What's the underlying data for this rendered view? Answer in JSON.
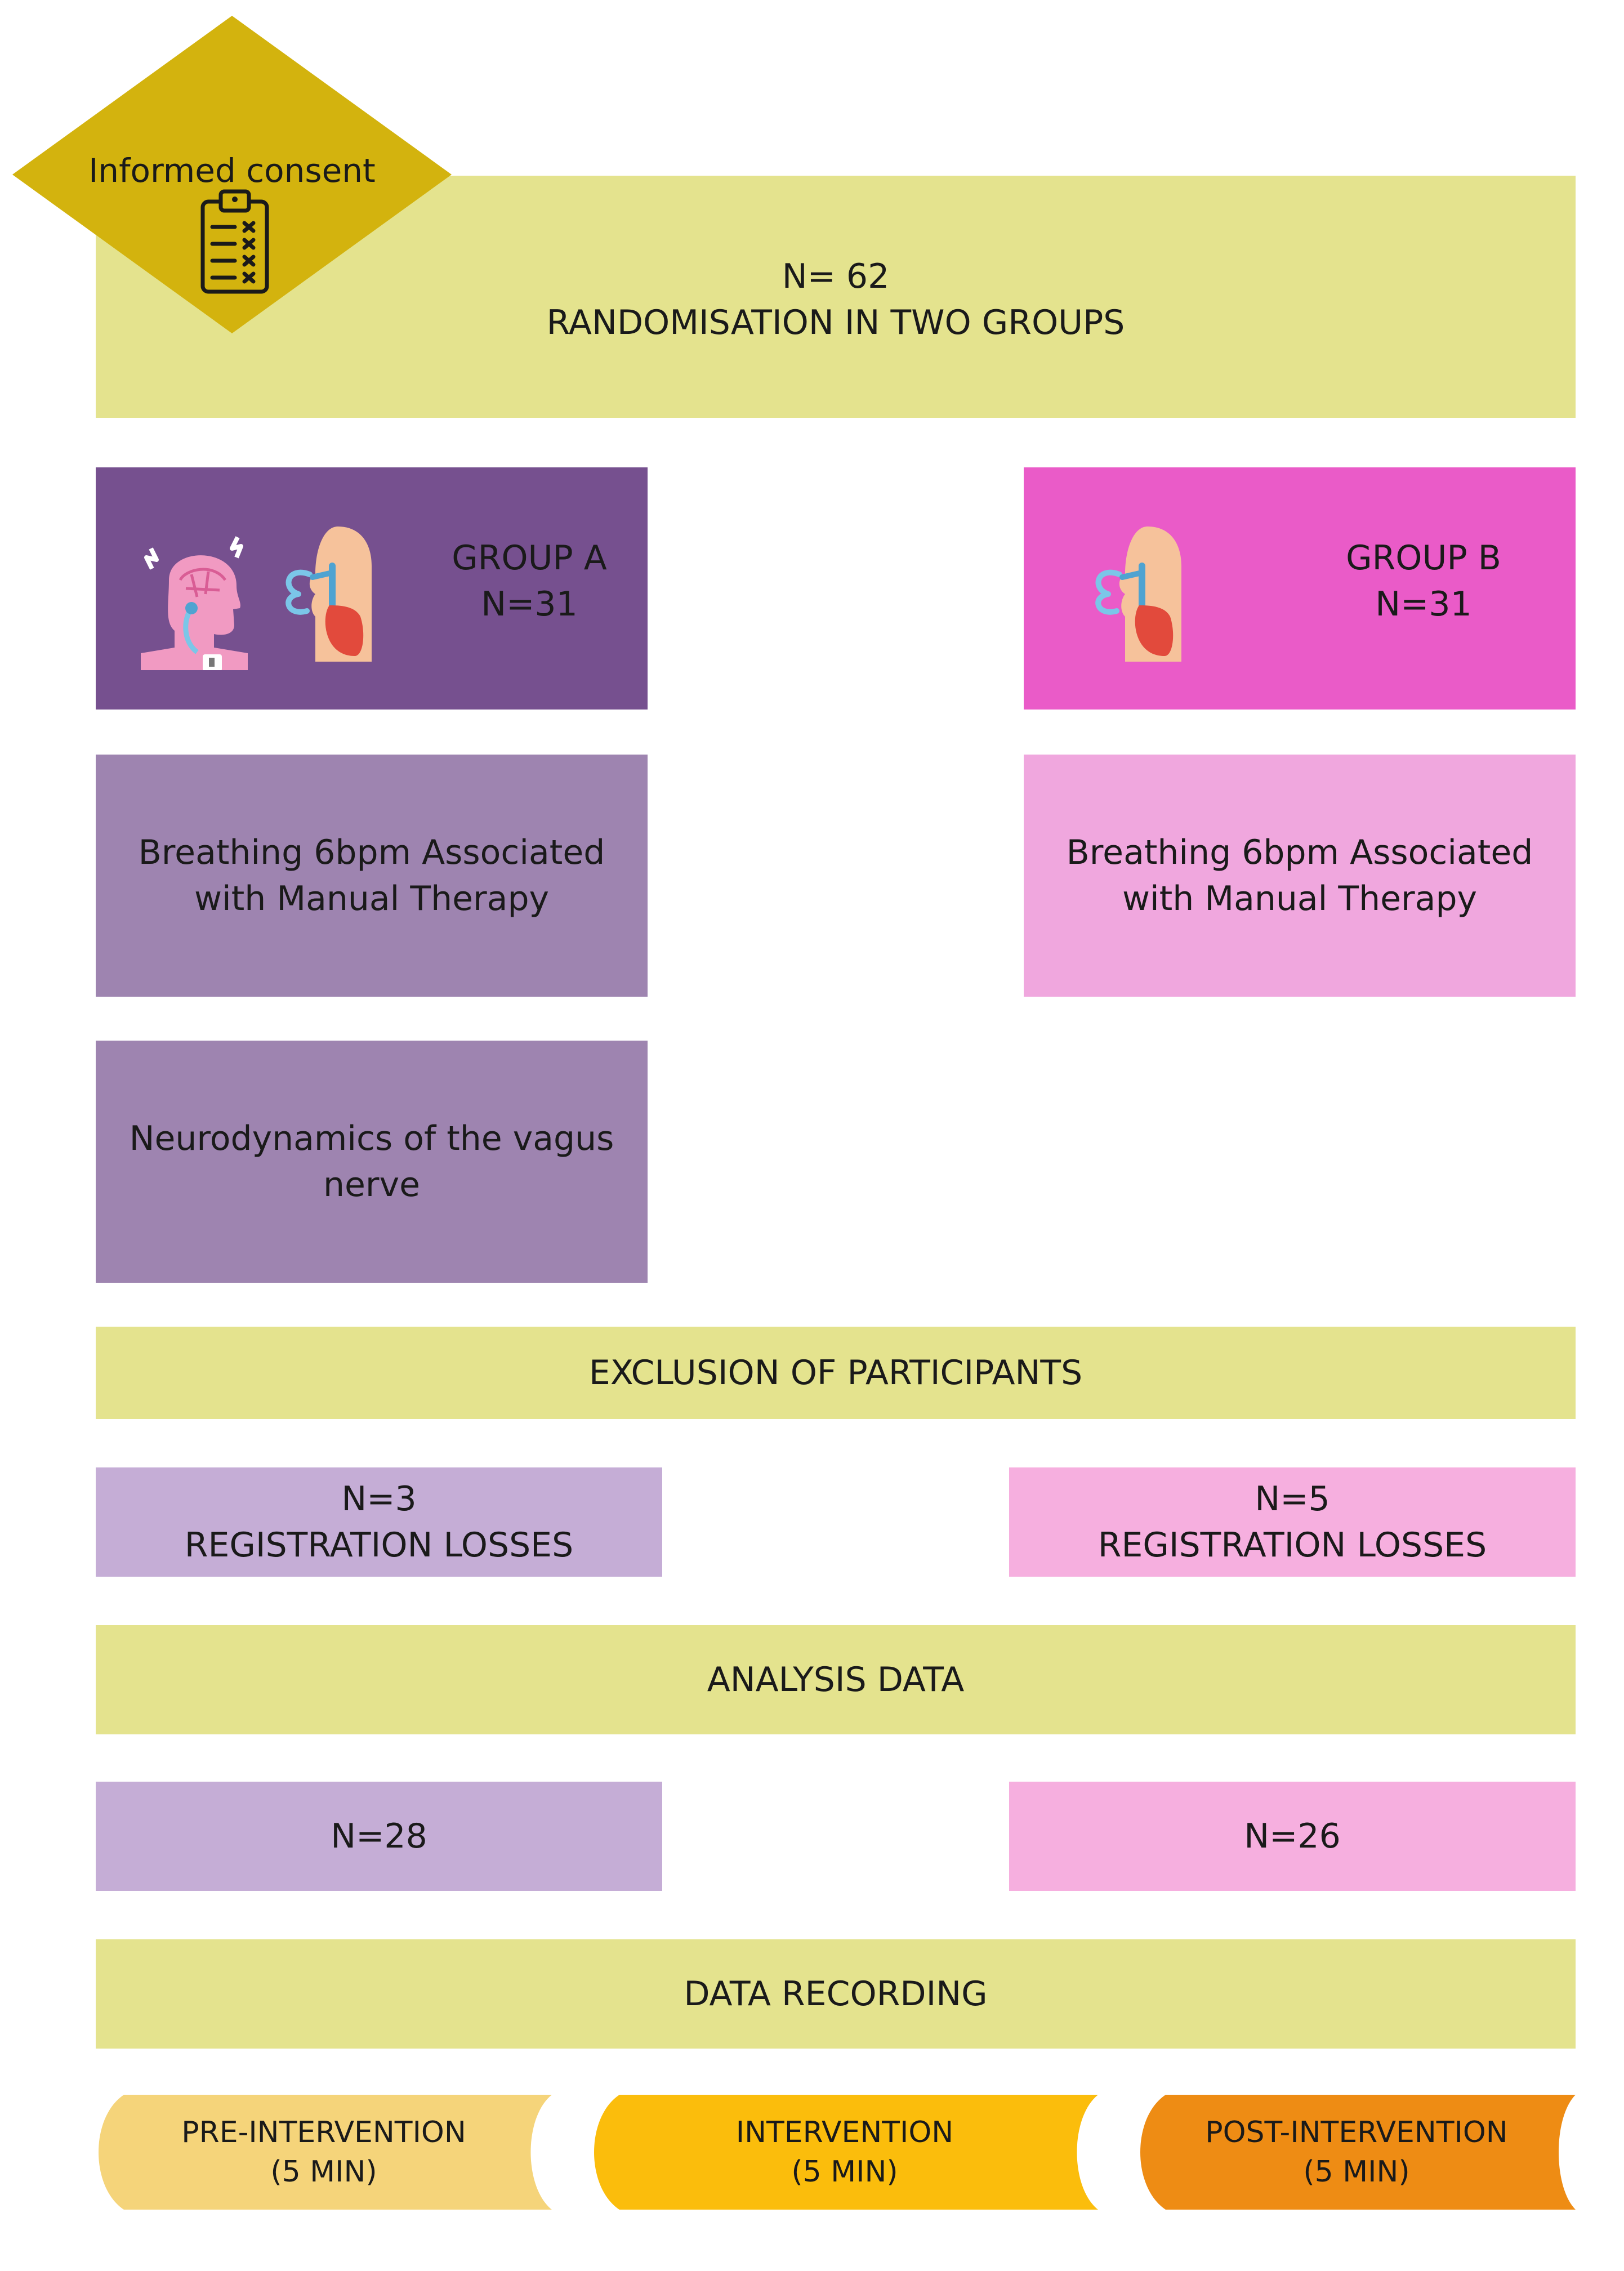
{
  "consent": {
    "label": "Informed consent"
  },
  "randomisation": {
    "line1": "N= 62",
    "line2": "RANDOMISATION IN TWO GROUPS"
  },
  "group_a": {
    "title": "GROUP A",
    "n": "N=31",
    "step1": "Breathing 6bpm Associated with Manual Therapy",
    "step1_line1": "Breathing 6bpm Associated",
    "step1_line2": "with Manual Therapy",
    "step2_line1": "Neurodynamics of the vagus",
    "step2_line2": "nerve"
  },
  "group_b": {
    "title": "GROUP B",
    "n": "N=31",
    "step1_line1": "Breathing 6bpm Associated",
    "step1_line2": "with Manual Therapy"
  },
  "exclusion": {
    "label": "EXCLUSION OF PARTICIPANTS"
  },
  "losses_a": {
    "n": "N=3",
    "label": "REGISTRATION LOSSES"
  },
  "losses_b": {
    "n": "N=5",
    "label": "REGISTRATION LOSSES"
  },
  "analysis": {
    "label": "ANALYSIS DATA"
  },
  "final_a": {
    "n": "N=28"
  },
  "final_b": {
    "n": "N=26"
  },
  "recording": {
    "label": "DATA RECORDING"
  },
  "phases": [
    {
      "line1": "PRE-INTERVENTION",
      "line2": "(5 MIN)",
      "color": "#f5d47a"
    },
    {
      "line1": "INTERVENTION",
      "line2": "(5 MIN)",
      "color": "#fbbd0c"
    },
    {
      "line1": "POST-INTERVENTION",
      "line2": "(5 MIN)",
      "color": "#ee8c14"
    }
  ],
  "colors": {
    "yellow_box": "#e4e38e",
    "consent_diamond": "#d3b30e",
    "group_a_dark": "#76508f",
    "group_a_mid": "#9e84b0",
    "group_a_light": "#c5add6",
    "group_b_dark": "#ea5bc8",
    "group_b_mid": "#f0a7de",
    "group_b_light": "#f6afdf"
  }
}
